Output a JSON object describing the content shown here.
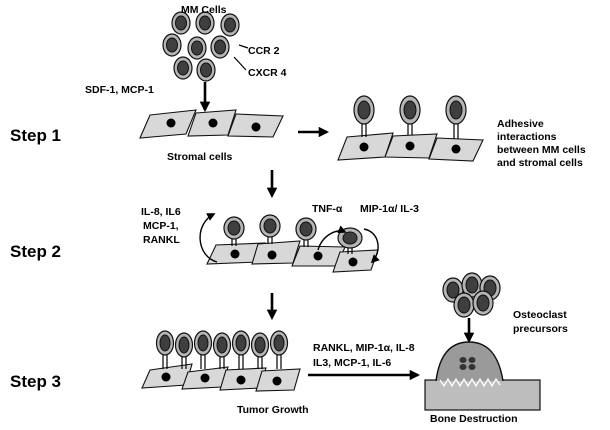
{
  "labels": {
    "mm_cells": "MM Cells",
    "ccr2": "CCR 2",
    "cxcr4": "CXCR 4",
    "sdf_mcp": "SDF-1, MCP-1",
    "stromal_cells": "Stromal cells",
    "adhesive_1": "Adhesive",
    "adhesive_2": "interactions",
    "adhesive_3": "between MM cells",
    "adhesive_4": "and stromal cells",
    "il8_il6": "IL-8, IL6",
    "mcp1": "MCP-1,",
    "rankl": "RANKL",
    "tnf": "TNF-α",
    "mip_il3": "MIP-1α/ IL-3",
    "osteoclast_1": "Osteoclast",
    "osteoclast_2": "precursors",
    "factors_1": "RANKL, MIP-1α, IL-8",
    "factors_2": "IL3, MCP-1, IL-6",
    "tumor_growth": "Tumor Growth",
    "bone_destruction": "Bone Destruction"
  },
  "steps": {
    "step1": "Step 1",
    "step2": "Step 2",
    "step3": "Step 3"
  }
}
